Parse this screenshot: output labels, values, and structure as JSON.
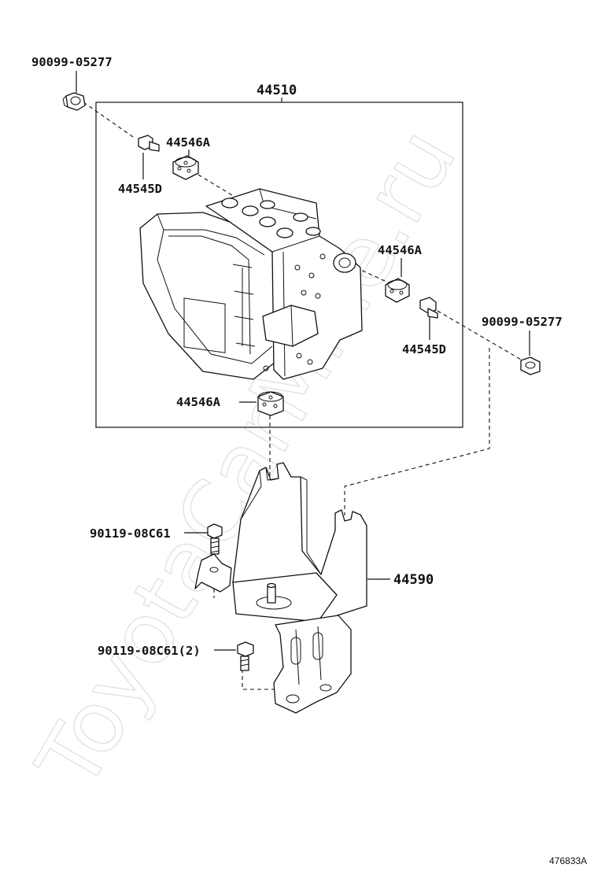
{
  "watermark": "ToyotaCarMine.ru",
  "labels": {
    "bolt_top_left": "90099-05277",
    "actuator_assembly": "44510",
    "insulator_top": "44546A",
    "stud_top": "44545D",
    "insulator_right": "44546A",
    "bolt_right": "90099-05277",
    "stud_right": "44545D",
    "insulator_bottom": "44546A",
    "bracket_bolt_upper": "90119-08C61",
    "bracket": "44590",
    "bracket_bolt_lower": "90119-08C61(2)"
  },
  "diagram_id": "476833A"
}
